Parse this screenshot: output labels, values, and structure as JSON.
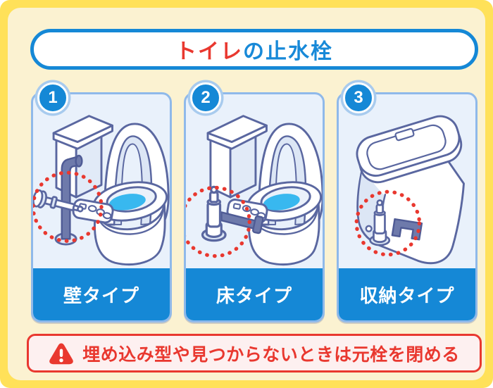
{
  "title": {
    "highlight": "トイレ",
    "rest": "の止水栓"
  },
  "panels": [
    {
      "number": "1",
      "label": "壁タイプ",
      "illustration": "tank-toilet-with-wall-mounted-shutoff-valve"
    },
    {
      "number": "2",
      "label": "床タイプ",
      "illustration": "tank-toilet-with-floor-mounted-shutoff-valve"
    },
    {
      "number": "3",
      "label": "収納タイプ",
      "illustration": "tankless-toilet-with-concealed-shutoff-valve"
    }
  ],
  "warning": {
    "icon": "warning-triangle-icon",
    "text": "埋め込み型や見つからないときは元栓を閉める"
  },
  "colors": {
    "frame_yellow": "#FFE159",
    "inner_cream": "#FBF2D1",
    "accent_blue": "#1588D6",
    "accent_red": "#E9382F",
    "panel_bg": "#E9F1FB",
    "panel_border": "#8FB9EA",
    "badge_ring": "#A8CBEE",
    "outline_blue": "#5A67A0",
    "pipe_slate": "#6E7AAB",
    "water_blue": "#38B8EF",
    "warning_bg": "#FDF0F0",
    "label_text": "#FFFFFF"
  }
}
